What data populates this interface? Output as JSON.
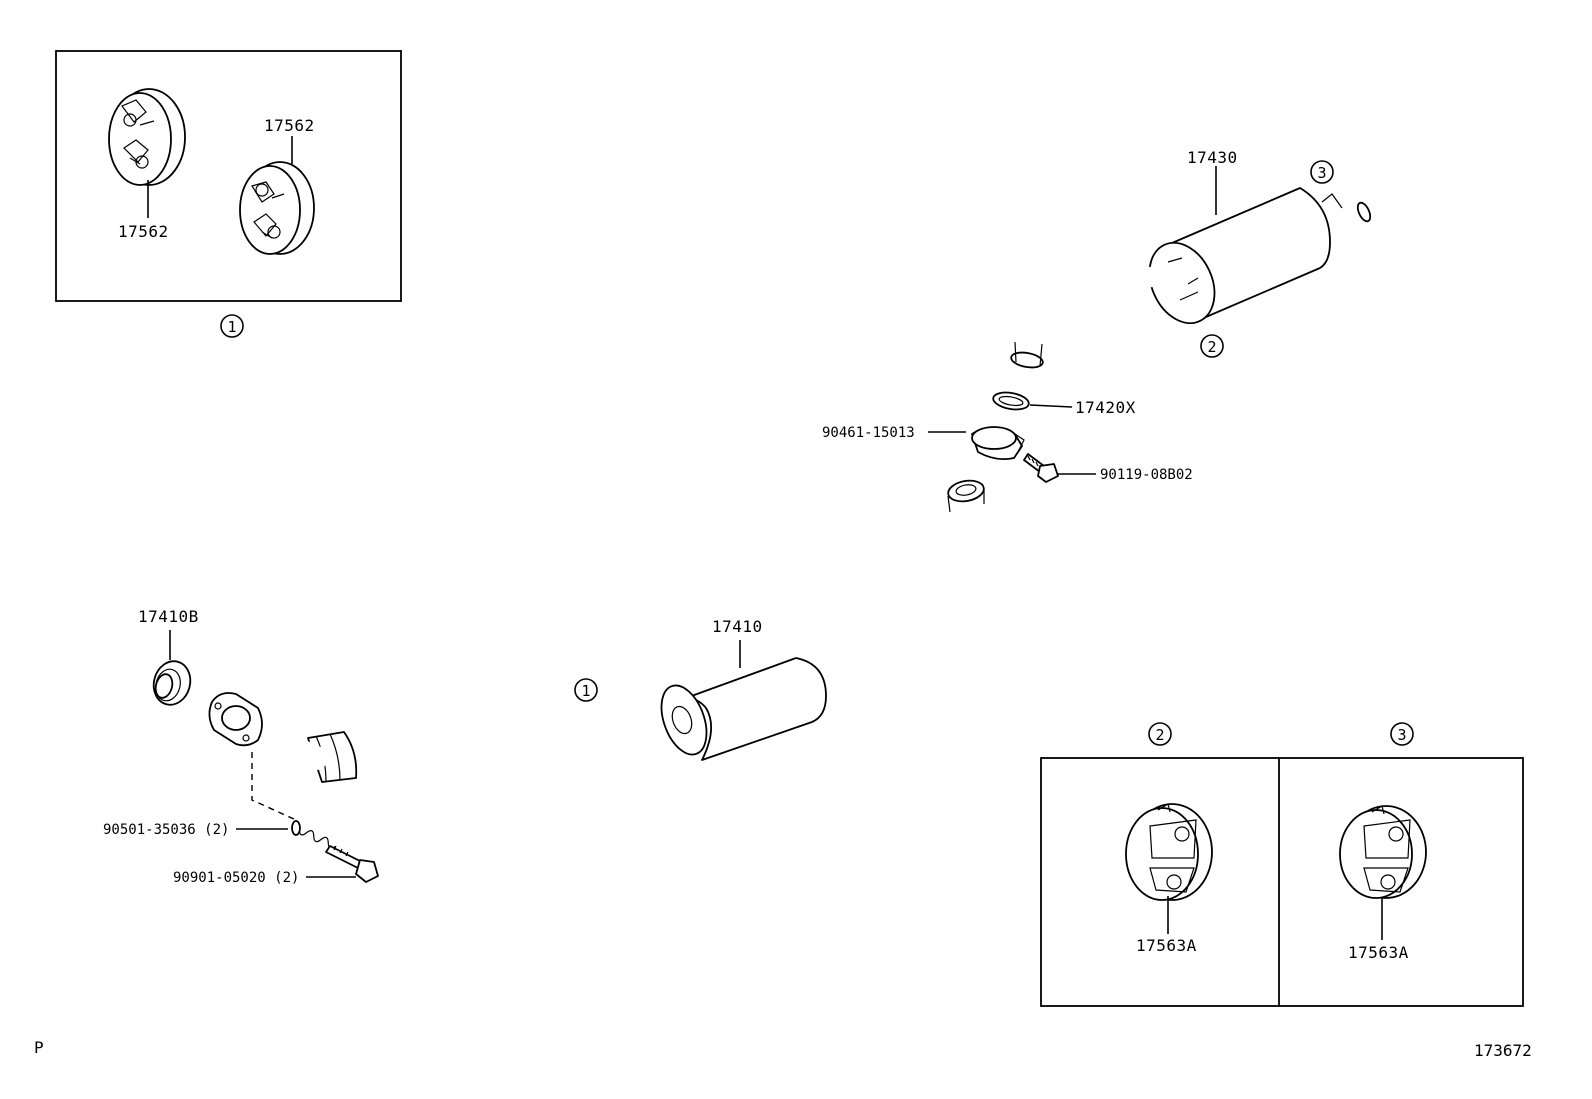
{
  "parts": {
    "hanger_rubber_left_top": "17562",
    "hanger_rubber_left_bottom": "17562",
    "tail_pipe": "17430",
    "gasket": "17420X",
    "clamp": "90461-15013",
    "clamp_bolt": "90119-08B02",
    "center_pipe": "17410",
    "front_gasket": "17410B",
    "spring": "90501-35036 (2)",
    "front_bolt": "90901-05020 (2)",
    "hanger_rubber_box2": "17563A",
    "hanger_rubber_box3": "17563A"
  },
  "callouts": {
    "c1_box": "1",
    "c1_pipe": "1",
    "c2_muffler": "2",
    "c3_muffler": "3",
    "c2_box": "2",
    "c3_box": "3"
  },
  "corner": {
    "left": "P",
    "right": "173672"
  },
  "icons": [
    "hanger-rubber-icon",
    "muffler-icon",
    "pipe-icon",
    "gasket-icon",
    "clamp-icon",
    "bolt-icon",
    "spring-icon"
  ]
}
